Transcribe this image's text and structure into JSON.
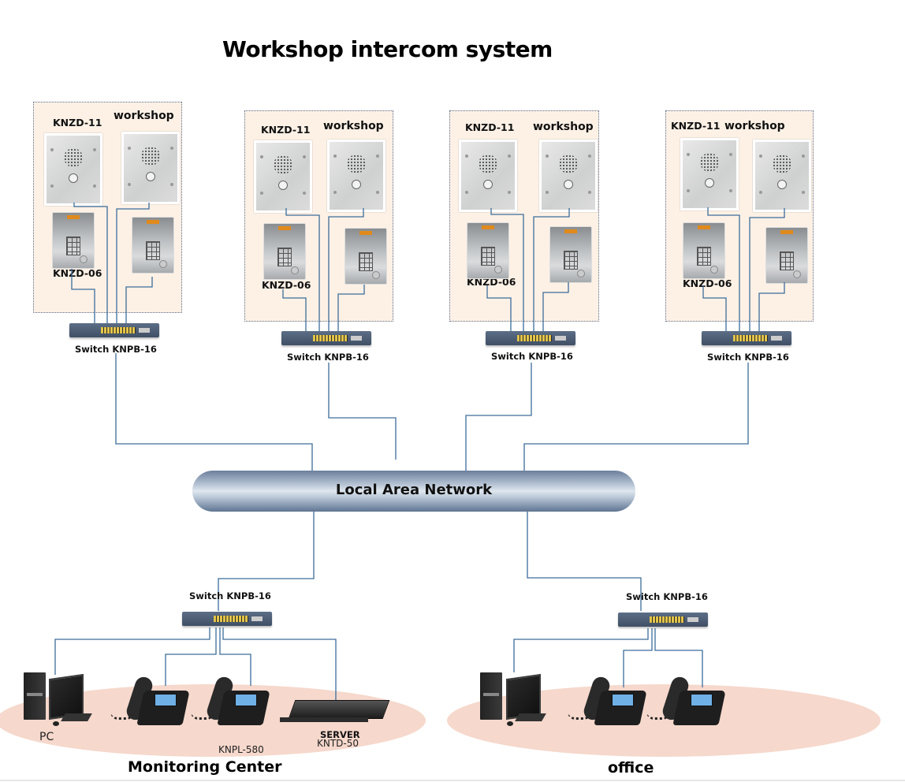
{
  "title": "Workshop intercom system",
  "workshops": [
    {
      "model_top": "KNZD-11",
      "area": "workshop",
      "model_bottom": "KNZD-06",
      "switch": "Switch KNPB-16"
    },
    {
      "model_top": "KNZD-11",
      "area": "workshop",
      "model_bottom": "KNZD-06",
      "switch": "Switch KNPB-16"
    },
    {
      "model_top": "KNZD-11",
      "area": "workshop",
      "model_bottom": "KNZD-06",
      "switch": "Switch KNPB-16"
    },
    {
      "model_top": "KNZD-11",
      "area": "workshop",
      "model_bottom": "KNZD-06",
      "switch": "Switch KNPB-16"
    }
  ],
  "network": {
    "label": "Local Area Network"
  },
  "monitoring": {
    "switch": "Switch KNPB-16",
    "pc_label": "PC",
    "phone_model": "KNPL-580",
    "server_label": "SERVER",
    "server_model": "KNTD-50",
    "area": "Monitoring Center"
  },
  "office": {
    "switch": "Switch KNPB-16",
    "area": "office"
  },
  "colors": {
    "wire": "#3d6d9a",
    "zone_fill": "#fdf1e6",
    "area_fill": "#f6d8cc"
  }
}
